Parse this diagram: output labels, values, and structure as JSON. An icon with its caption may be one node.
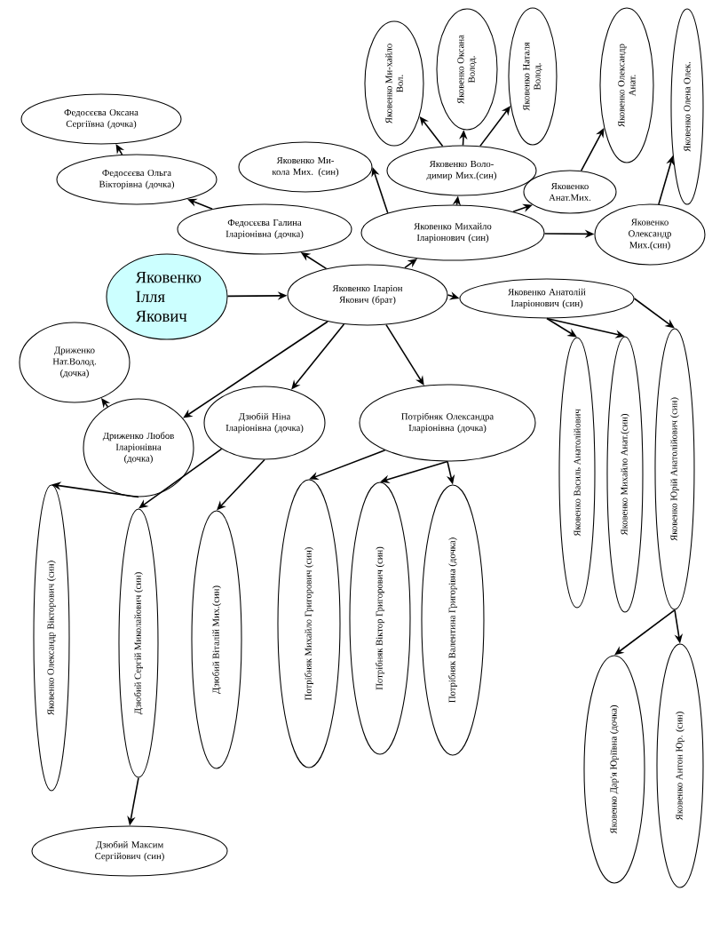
{
  "diagram": {
    "nodes": [
      {
        "text": [
          "Яковенко Ілля Якович"
        ]
      },
      {
        "text": [
          "Яковенко Іларіон Якович (брат)"
        ]
      },
      {
        "text": [
          "Федосєєва Галина Іларіонівна (дочка)"
        ]
      },
      {
        "text": [
          "Федосєєва Ольга Вікторівна (дочка)"
        ]
      },
      {
        "text": [
          "Федосєєва Оксана Сергіївна (дочка)"
        ]
      },
      {
        "text": [
          "Яковенко Михайло Іларіонович (син)"
        ]
      },
      {
        "text": [
          "Яковенко Ми-кола Мих. (син)"
        ]
      },
      {
        "text": [
          "Яковенко Воло-димир Мих.(син)"
        ]
      },
      {
        "text": [
          "Яковенко Анат.Мих."
        ]
      },
      {
        "text": [
          "Яковенко Олександр Мих.(син)"
        ]
      },
      {
        "text": [
          "Яковенко Ми-хайло Вол."
        ]
      },
      {
        "text": [
          "Яковенко Оксана Волод."
        ]
      },
      {
        "text": [
          "Яковенко Наталя Волод."
        ]
      },
      {
        "text": [
          "Яковенко Олександр Анат."
        ]
      },
      {
        "text": [
          "Яковенко Олена Олек."
        ]
      },
      {
        "text": [
          "Яковенко Анатолій Іларіонович (син)"
        ]
      },
      {
        "text": [
          "Яковенко Василь Анатолійович"
        ]
      },
      {
        "text": [
          "Яковенко Михайло Анат.(син)"
        ]
      },
      {
        "text": [
          "Яковенко Юрій Анатолійович (син)"
        ]
      },
      {
        "text": [
          "Яковенко Дар'я Юріївна (дочка)"
        ]
      },
      {
        "text": [
          "Яковенко Антон Юр. (син)"
        ]
      },
      {
        "text": [
          "Дриженко Нат.Волод. (дочка)"
        ]
      },
      {
        "text": [
          "Дриженко Любов Іларіонівна (дочка)"
        ]
      },
      {
        "text": [
          "Дзюбій Ніна Іларіонівна (дочка)"
        ]
      },
      {
        "text": [
          "Потрібняк Олександра Іларіонівна (дочка)"
        ]
      },
      {
        "text": [
          "Яковенко Олександр Вікторович (син)"
        ]
      },
      {
        "text": [
          "Дзюбий Сергій Миколайович (син)"
        ]
      },
      {
        "text": [
          "Дзюбий Віталій Мих.(син)"
        ]
      },
      {
        "text": [
          "Потрібняк Михайло Григорович (син)"
        ]
      },
      {
        "text": [
          "Потрібняк Віктор Григорович (син)"
        ]
      },
      {
        "text": [
          "Потрібняк Валентина Григорівна (дочка)"
        ]
      },
      {
        "text": [
          "Дзюбий Максим Сергійович (син)"
        ]
      }
    ],
    "edges": [
      {
        "from": 0,
        "to": 1,
        "arrow": "to"
      },
      {
        "from": 1,
        "to": 2,
        "arrow": "to"
      },
      {
        "from": 2,
        "to": 3,
        "arrow": "to"
      },
      {
        "from": 3,
        "to": 4,
        "arrow": "to"
      },
      {
        "from": 1,
        "to": 5,
        "arrow": "to"
      },
      {
        "from": 5,
        "to": 6,
        "arrow": "to"
      },
      {
        "from": 5,
        "to": 7,
        "arrow": "to"
      },
      {
        "from": 5,
        "to": 8,
        "arrow": "to"
      },
      {
        "from": 5,
        "to": 9,
        "arrow": "to"
      },
      {
        "from": 7,
        "to": 10,
        "arrow": "to"
      },
      {
        "from": 7,
        "to": 11,
        "arrow": "to"
      },
      {
        "from": 7,
        "to": 12,
        "arrow": "to"
      },
      {
        "from": 8,
        "to": 13,
        "arrow": "to"
      },
      {
        "from": 9,
        "to": 14,
        "arrow": "to"
      },
      {
        "from": 1,
        "to": 15,
        "arrow": "to"
      },
      {
        "from": 15,
        "to": 16,
        "arrow": "to"
      },
      {
        "from": 15,
        "to": 17,
        "arrow": "to"
      },
      {
        "from": 15,
        "to": 18,
        "arrow": "to"
      },
      {
        "from": 18,
        "to": 19,
        "arrow": "to"
      },
      {
        "from": 18,
        "to": 20,
        "arrow": "to"
      },
      {
        "from": 1,
        "to": 22,
        "arrow": "to"
      },
      {
        "from": 1,
        "to": 23,
        "arrow": "to"
      },
      {
        "from": 1,
        "to": 24,
        "arrow": "to"
      },
      {
        "from": 22,
        "to": 21,
        "arrow": "to"
      },
      {
        "from": 22,
        "to": 25,
        "arrow": "to"
      },
      {
        "from": 23,
        "to": 26,
        "arrow": "to"
      },
      {
        "from": 23,
        "to": 27,
        "arrow": "to"
      },
      {
        "from": 24,
        "to": 28,
        "arrow": "to"
      },
      {
        "from": 24,
        "to": 29,
        "arrow": "to"
      },
      {
        "from": 24,
        "to": 30,
        "arrow": "to"
      },
      {
        "from": 26,
        "to": 31,
        "arrow": "to"
      }
    ]
  }
}
